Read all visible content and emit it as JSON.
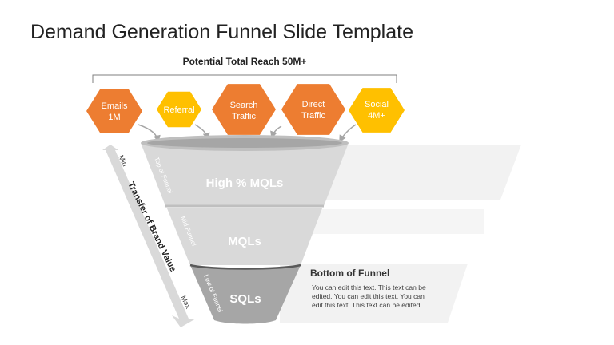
{
  "slide": {
    "title": "Demand Generation Funnel Slide Template"
  },
  "reach": {
    "label": "Potential Total Reach 50M+"
  },
  "sources": [
    {
      "line1": "Emails",
      "line2": "1M",
      "color": "#ED7D31"
    },
    {
      "line1": "Referral",
      "line2": "",
      "color": "#FFC000"
    },
    {
      "line1": "Search",
      "line2": "Traffic",
      "color": "#ED7D31"
    },
    {
      "line1": "Direct",
      "line2": "Traffic",
      "color": "#ED7D31"
    },
    {
      "line1": "Social",
      "line2": "4M+",
      "color": "#FFC000"
    }
  ],
  "funnel": {
    "stages": [
      {
        "label": "High % MQLs",
        "side_label": "Top of Funnel"
      },
      {
        "label": "MQLs",
        "side_label": "Mid Funnel"
      },
      {
        "label": "SQLs",
        "side_label": "Low of Funnel"
      }
    ]
  },
  "brand_axis": {
    "label": "Transfer of Brand Value",
    "min_label": "Min",
    "max_label": "Max"
  },
  "detail": {
    "title": "Bottom  of Funnel",
    "lines": [
      "You can edit this text. This text can be",
      "edited. You can edit this text. You can",
      "edit this text. This text can be edited."
    ]
  },
  "colors": {
    "orange": "#ED7D31",
    "yellow": "#FFC000",
    "funnel_light": "#D9D9D9",
    "funnel_dark": "#A6A6A6",
    "panel": "#F2F2F2"
  }
}
